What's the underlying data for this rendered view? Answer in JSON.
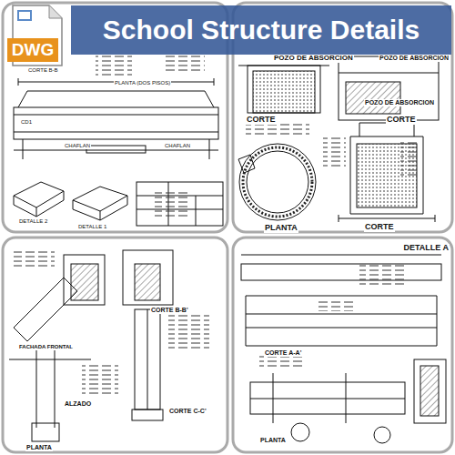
{
  "diagram": {
    "title": "School Structure Details",
    "nodes": [
      {
        "text": [
          "DWG"
        ]
      }
    ],
    "labels": [
      "CORTE B-B",
      "PLANTA (DOS PISOS)",
      "CD1",
      "CHAFLAN",
      "CHAFLAN",
      "DETALLE 2",
      "DETALLE 1",
      "POZO DE ABSORCION",
      "POZO DE ABSORCION",
      "CORTE",
      "POZO DE ABSORCION",
      "CORTE",
      "PLANTA",
      "CORTE",
      "FACHADA FRONTAL",
      "CORTE B-B'",
      "ALZADO",
      "PLANTA",
      "CORTE C-C'",
      "DETALLE A",
      "CORTE A-A'",
      "PLANTA"
    ]
  }
}
